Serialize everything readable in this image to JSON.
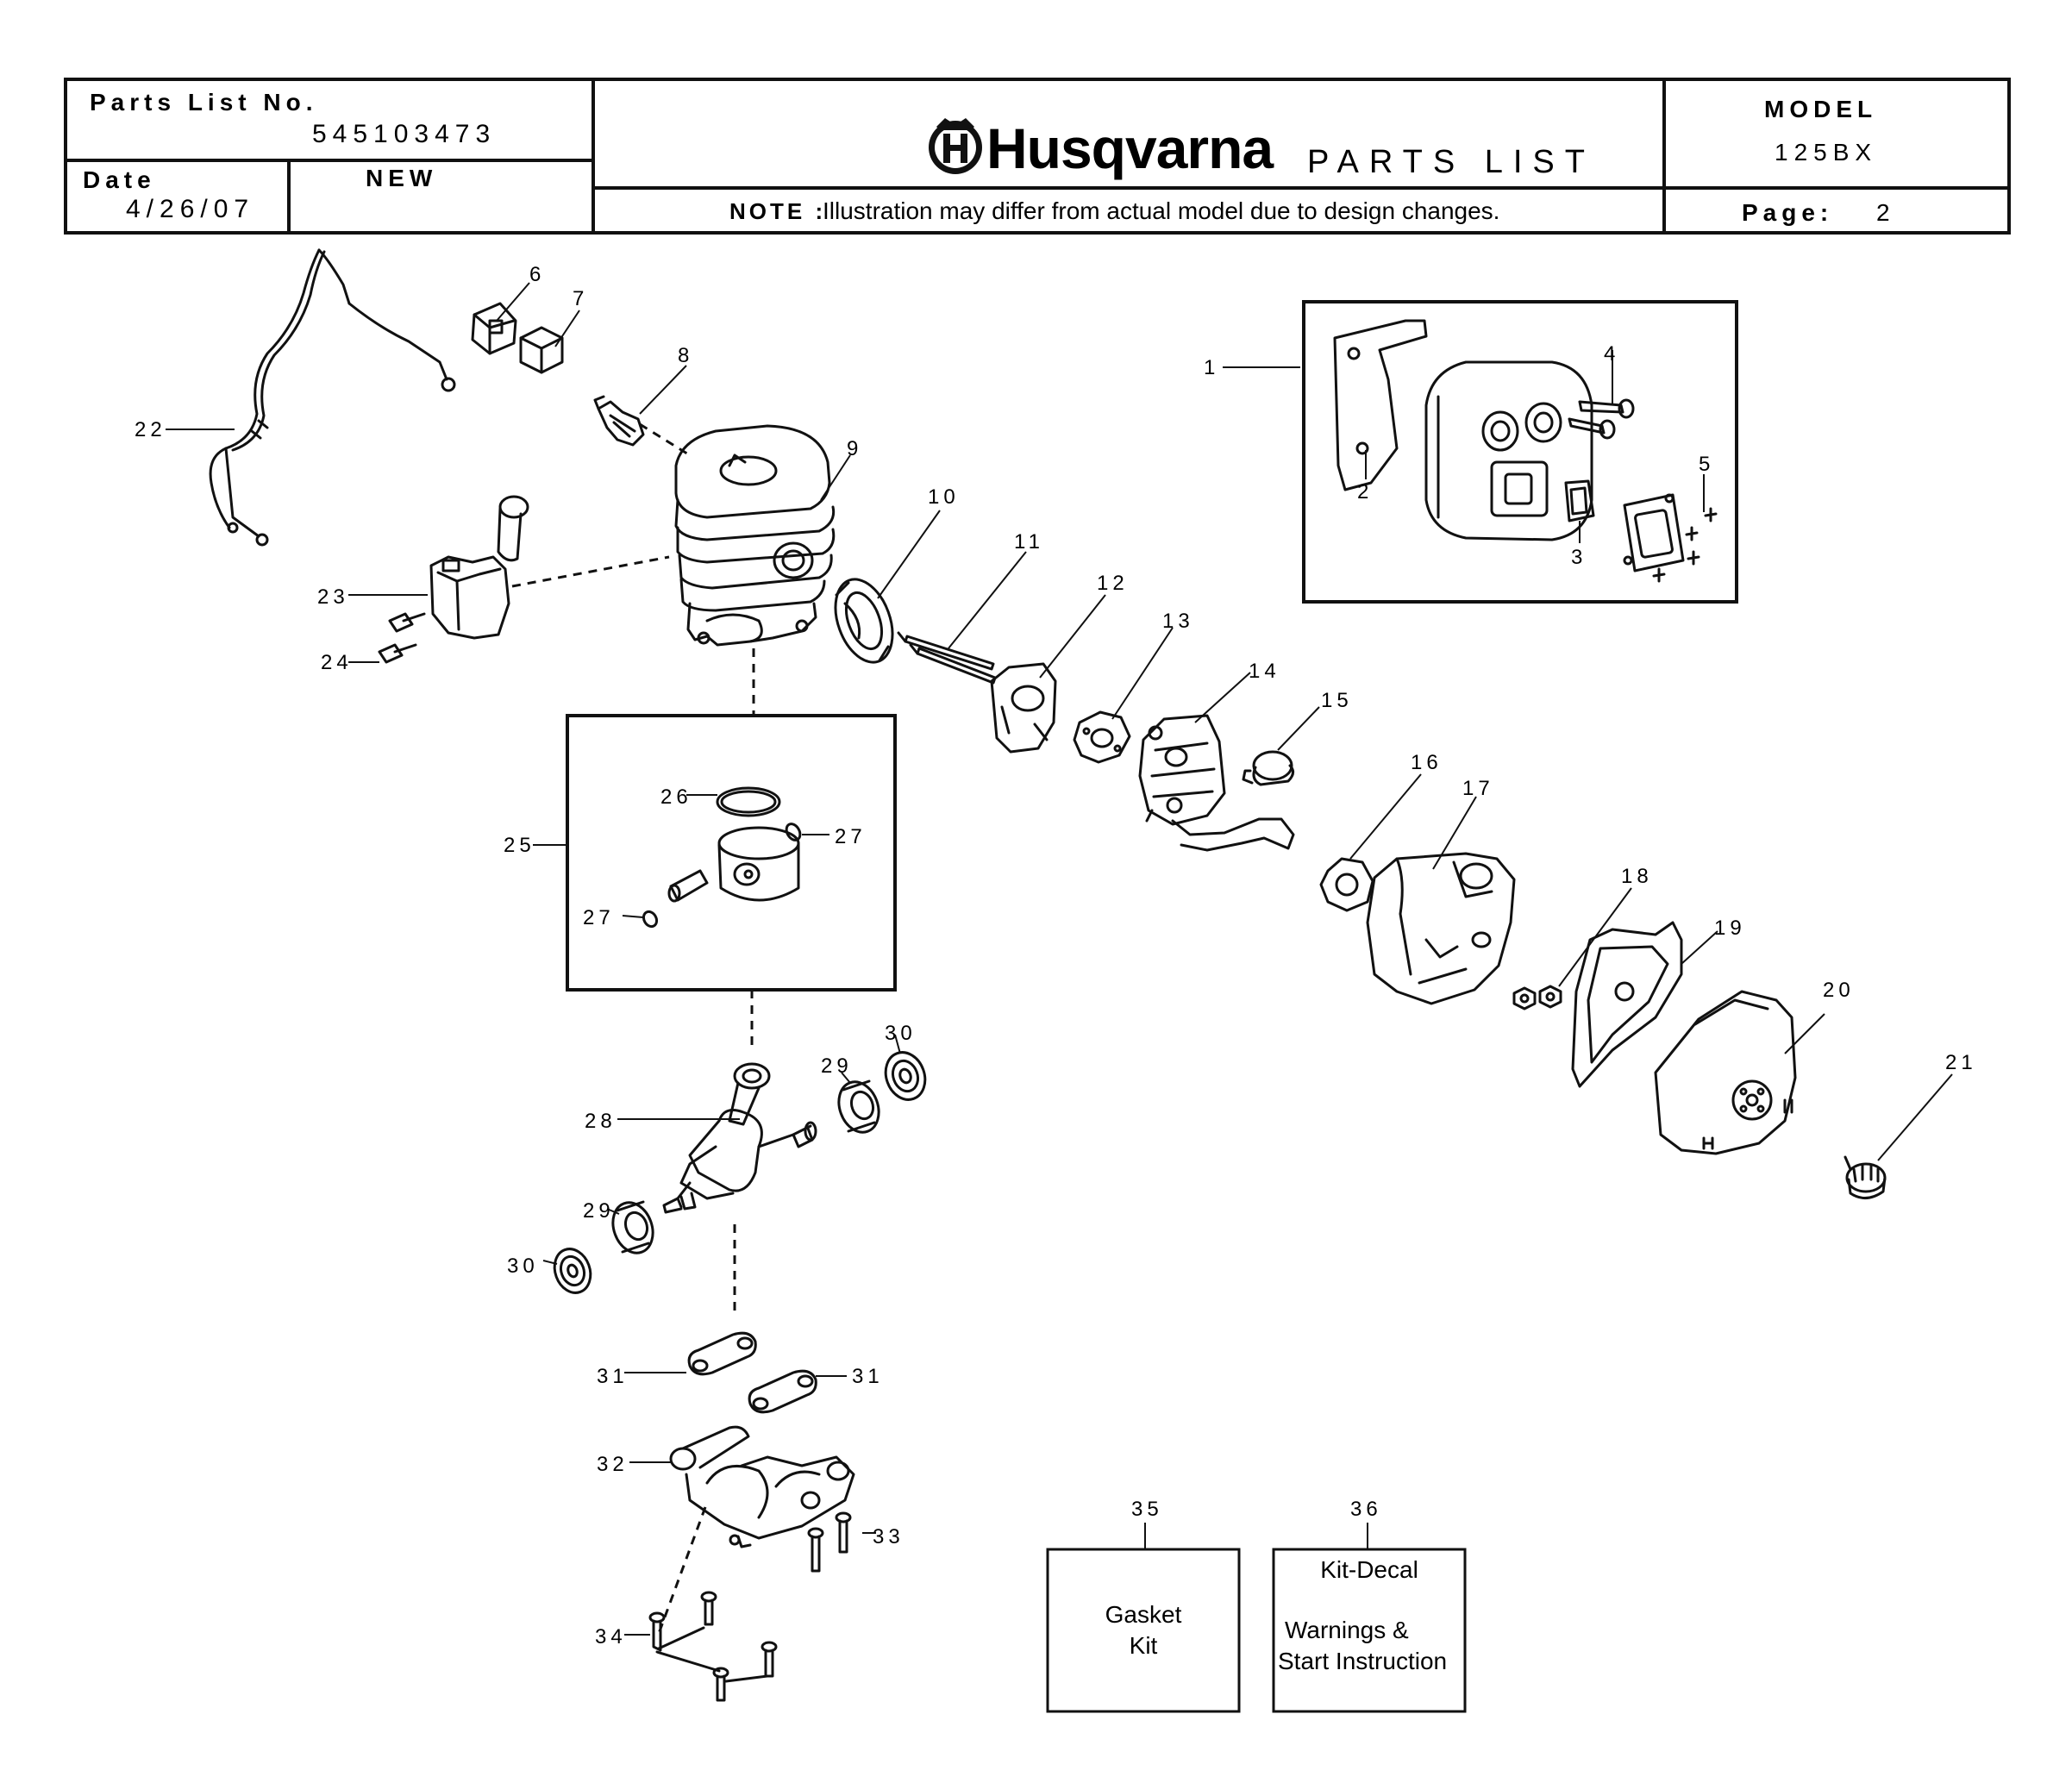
{
  "header": {
    "parts_list_label": "Parts List No.",
    "parts_list_number": "545103473",
    "date_label": "Date",
    "date_value": "4/26/07",
    "status": "NEW",
    "brand": "Husqvarna",
    "doc_title": "PARTS LIST",
    "model_label": "MODEL",
    "model_value": "125BX",
    "page_label": "Page:",
    "page_value": "2",
    "note_label": "NOTE :",
    "note_text": "Illustration may differ from actual model due to design changes."
  },
  "callouts": {
    "c1": "1",
    "c2": "2",
    "c3": "3",
    "c4": "4",
    "c5": "5",
    "c6": "6",
    "c7": "7",
    "c8": "8",
    "c9": "9",
    "c10": "10",
    "c11": "11",
    "c12": "12",
    "c13": "13",
    "c14": "14",
    "c15": "15",
    "c16": "16",
    "c17": "17",
    "c18": "18",
    "c19": "19",
    "c20": "20",
    "c21": "21",
    "c22": "22",
    "c23": "23",
    "c24": "24",
    "c25": "25",
    "c26": "26",
    "c27a": "27",
    "c27b": "27",
    "c28": "28",
    "c29a": "29",
    "c29b": "29",
    "c30a": "30",
    "c30b": "30",
    "c31a": "31",
    "c31b": "31",
    "c32": "32",
    "c33": "33",
    "c34": "34",
    "c35": "35",
    "c36": "36"
  },
  "kits": {
    "gasket_kit_line1": "Gasket",
    "gasket_kit_line2": "Kit",
    "decal_kit_title": "Kit-Decal",
    "decal_kit_line1": "Warnings &",
    "decal_kit_line2": "Start Instruction"
  }
}
